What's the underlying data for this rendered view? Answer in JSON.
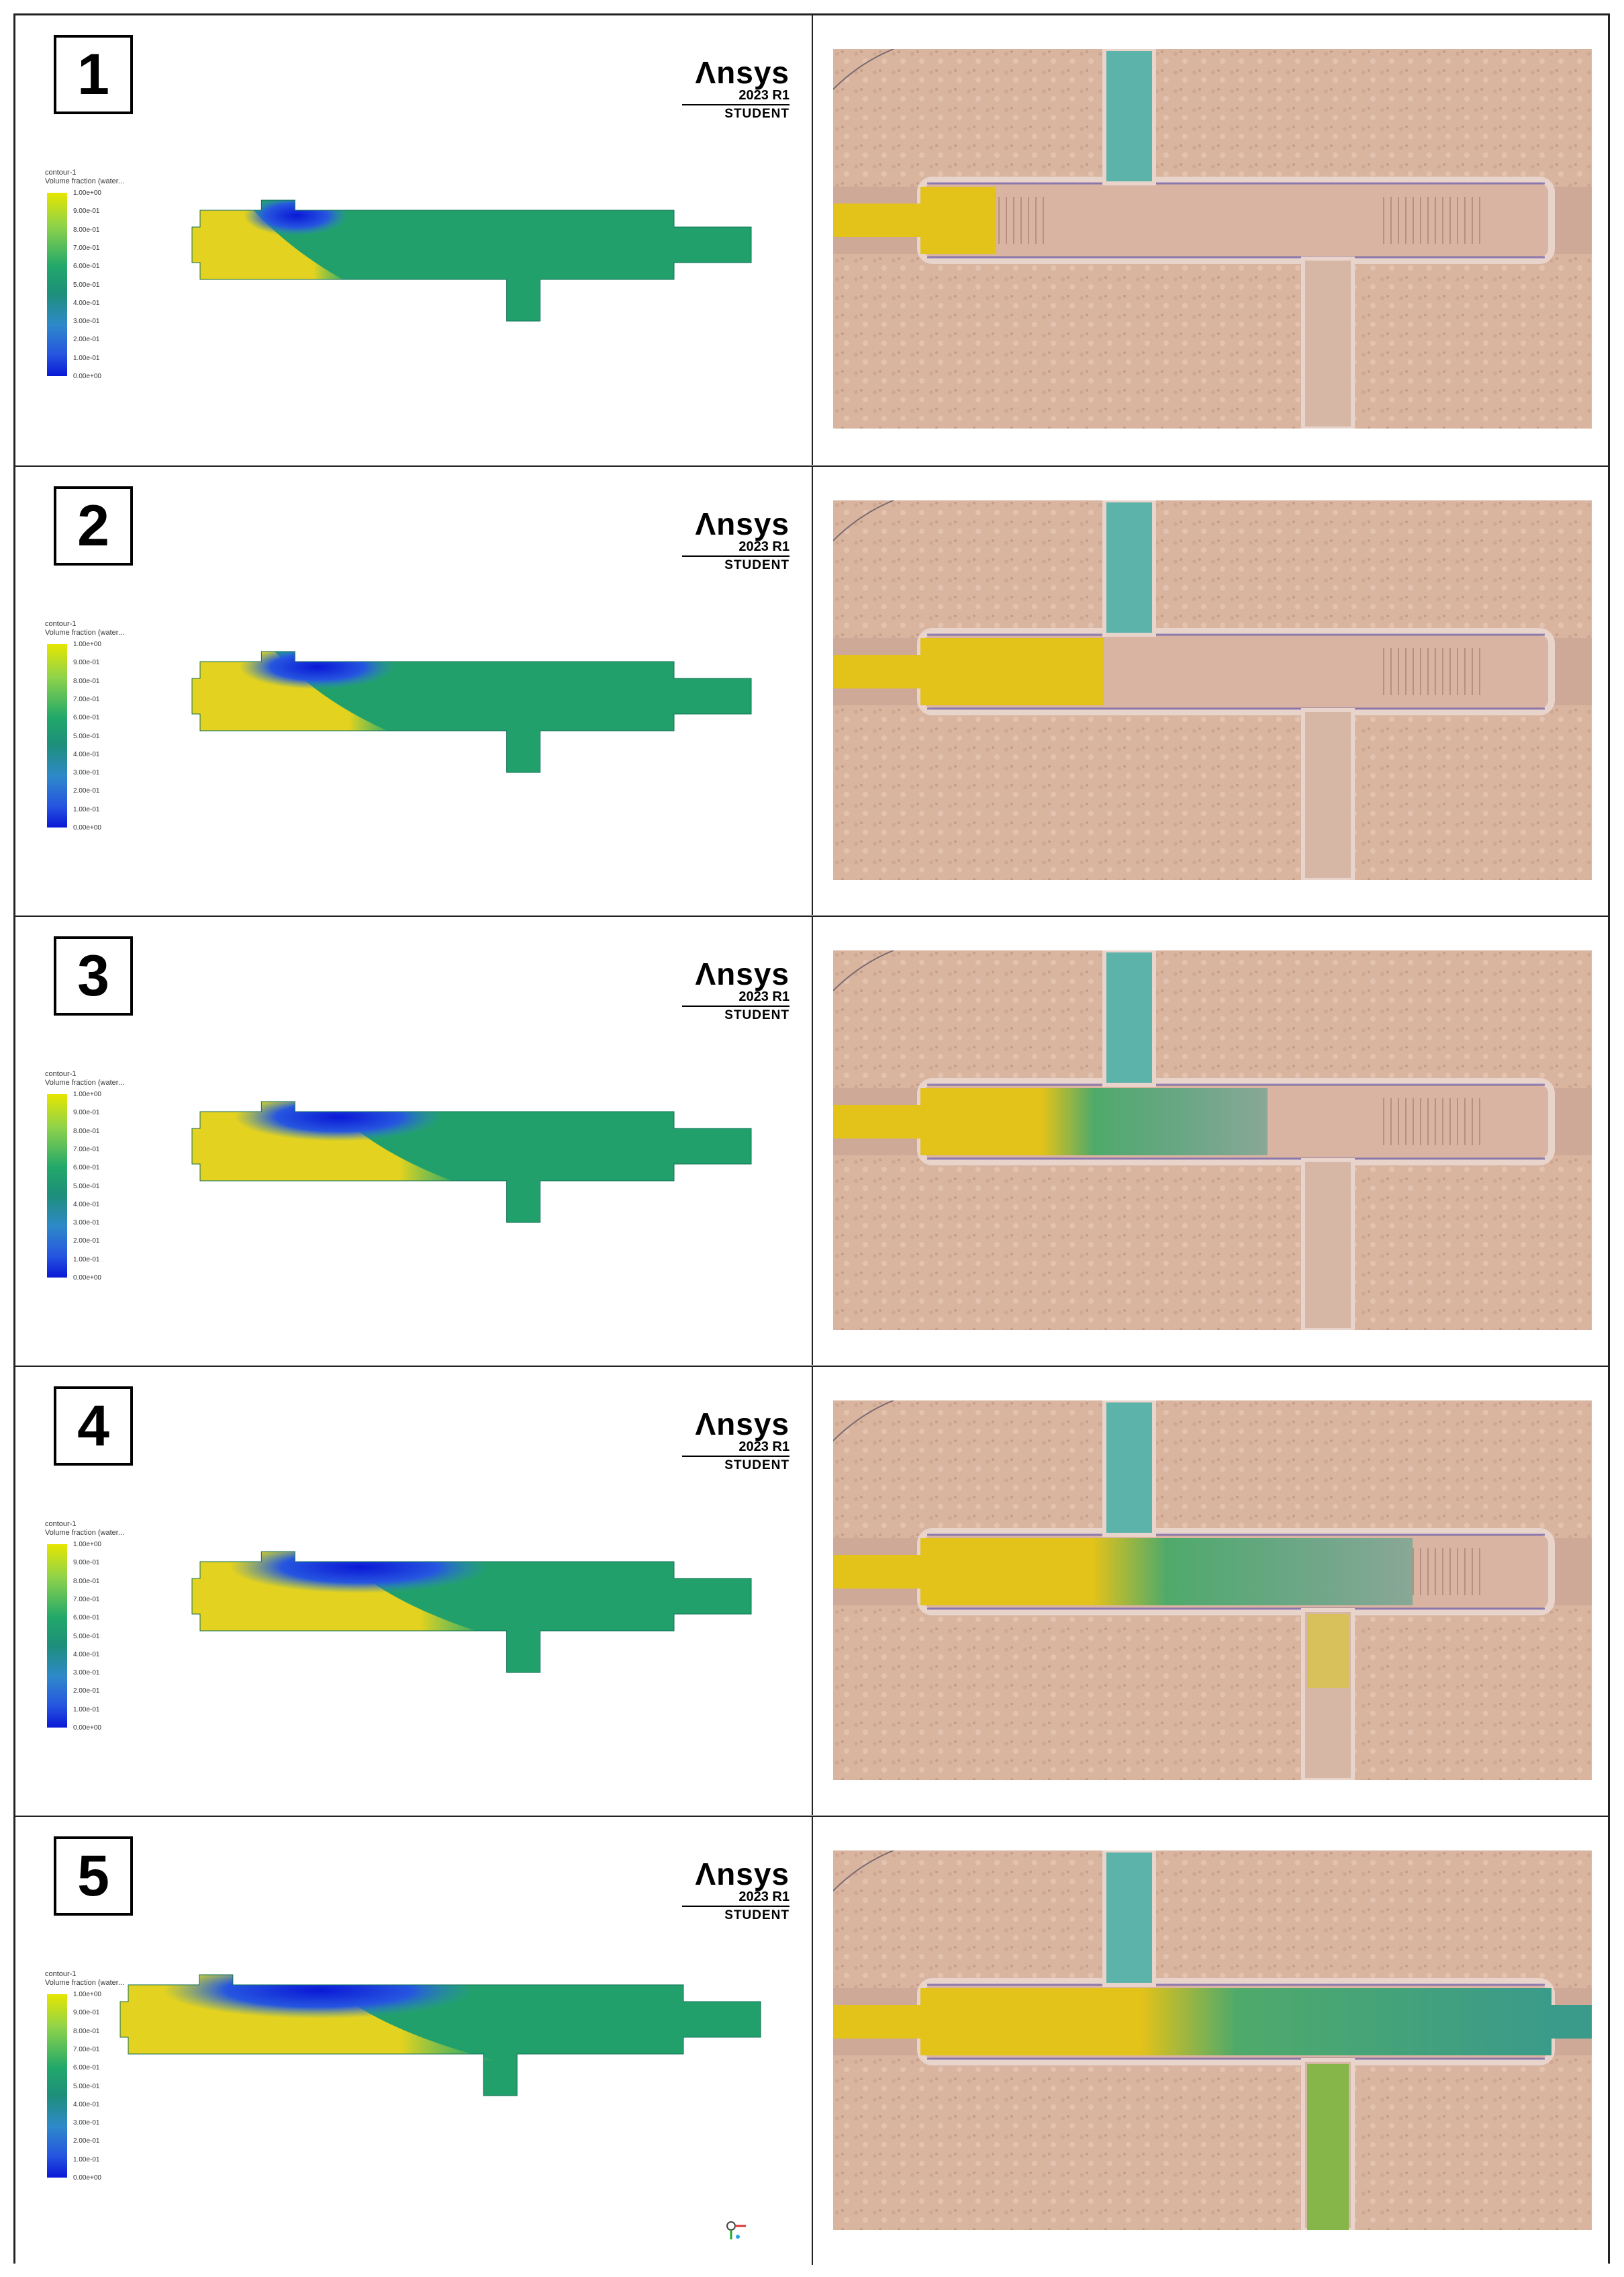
{
  "frames": [
    {
      "number": "1"
    },
    {
      "number": "2"
    },
    {
      "number": "3"
    },
    {
      "number": "4"
    },
    {
      "number": "5"
    }
  ],
  "logo": {
    "brand": "Λnsys",
    "version": "2023 R1",
    "edition": "STUDENT"
  },
  "legend": {
    "title_line1": "contour-1",
    "title_line2": "Volume fraction (water...",
    "ticks": [
      "1.00e+00",
      "9.00e-01",
      "8.00e-01",
      "7.00e-01",
      "6.00e-01",
      "5.00e-01",
      "4.00e-01",
      "3.00e-01",
      "2.00e-01",
      "1.00e-01",
      "0.00e+00"
    ],
    "colormap": [
      "#0a18d6",
      "#2656e0",
      "#2e89c9",
      "#1d8f7a",
      "#22a86a",
      "#8fd34a",
      "#e6e600"
    ]
  },
  "colors": {
    "water": "#e3d21f",
    "mixed": "#22a06b",
    "air": "#0a18d6",
    "chip_background": "#d9b5a0",
    "dye_cyan": "#5bb3aa",
    "dye_yellow": "#e3c21a"
  },
  "sim_front": [
    0.12,
    0.18,
    0.28,
    0.3,
    0.35
  ],
  "photo_front": [
    0.12,
    0.29,
    0.55,
    0.78,
    1.0
  ]
}
